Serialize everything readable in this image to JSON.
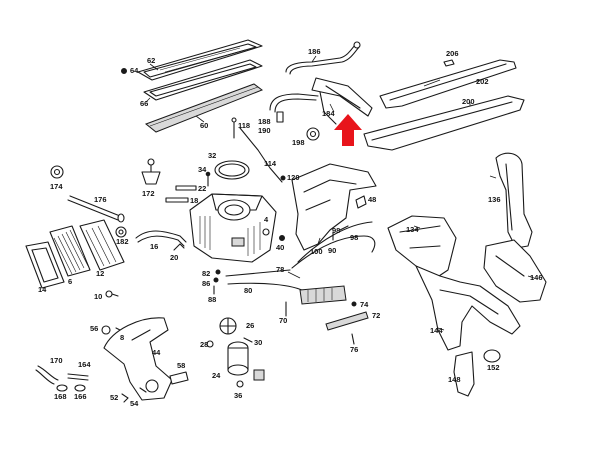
{
  "arrow_color": "#e8141b",
  "labels": {
    "l62": "62",
    "l64": "64",
    "l66": "66",
    "l60": "60",
    "l118": "118",
    "l186": "186",
    "l184": "184",
    "l188": "188",
    "l190": "190",
    "l198": "198",
    "l206": "206",
    "l202": "202",
    "l200": "200",
    "l32": "32",
    "l34": "34",
    "l114": "114",
    "l120": "120",
    "l174": "174",
    "l176": "176",
    "l172": "172",
    "l22": "22",
    "l18": "18",
    "l182": "182",
    "l16": "16",
    "l20": "20",
    "l4": "4",
    "l40": "40",
    "l48": "48",
    "l98a": "98",
    "l100": "100",
    "l90": "90",
    "l98b": "98",
    "l136": "136",
    "l134": "134",
    "l146": "146",
    "l14": "14",
    "l6": "6",
    "l12": "12",
    "l10": "10",
    "l82": "82",
    "l86": "86",
    "l88": "88",
    "l78": "78",
    "l80": "80",
    "l70": "70",
    "l74": "74",
    "l72": "72",
    "l56": "56",
    "l8": "8",
    "l44": "44",
    "l26": "26",
    "l30": "30",
    "l76": "76",
    "l144": "144",
    "l148": "148",
    "l152": "152",
    "l170": "170",
    "l164": "164",
    "l58": "58",
    "l28": "28",
    "l24": "24",
    "l168": "168",
    "l166": "166",
    "l52": "52",
    "l54": "54",
    "l36": "36"
  }
}
